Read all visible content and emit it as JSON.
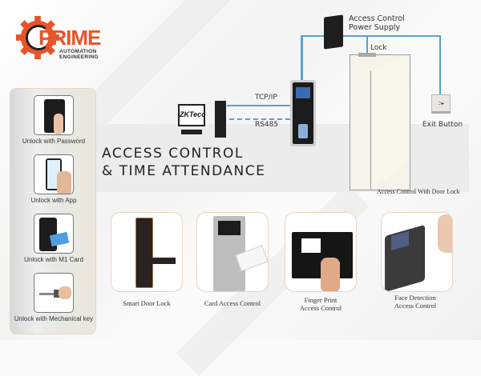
{
  "brand": {
    "name": "PRIME",
    "subtitle_line1": "AUTOMATION",
    "subtitle_line2": "ENGINEERING",
    "color": "#e8542a"
  },
  "title": {
    "line1": "ACCESS CONTROL",
    "line2": "& TIME ATTENDANCE"
  },
  "unlock_methods": [
    {
      "label": "Unlock with Password",
      "icon": "keypad-icon"
    },
    {
      "label": "Unlock with App",
      "icon": "phone-icon"
    },
    {
      "label": "Unlock with M1 Card",
      "icon": "card-icon"
    },
    {
      "label": "Unlock with Mechanical key",
      "icon": "key-icon"
    }
  ],
  "diagram": {
    "power_supply_label_1": "Access Control",
    "power_supply_label_2": "Power Supply",
    "lock_label": "Lock",
    "tcpip_label": "TCP/IP",
    "rs485_label": "RS485",
    "exit_button_label": "Exit Button",
    "door_caption": "Access Control With Door Lock",
    "pc_brand": "ZKTeco",
    "wire_color": "#5aa3c8"
  },
  "products": [
    {
      "label": "Smart Door Lock"
    },
    {
      "label": "Card Access Control"
    },
    {
      "label_line1": "Finger Print",
      "label_line2": "Access Control"
    },
    {
      "label_line1": "Face Detection",
      "label_line2": "Access Control"
    }
  ]
}
